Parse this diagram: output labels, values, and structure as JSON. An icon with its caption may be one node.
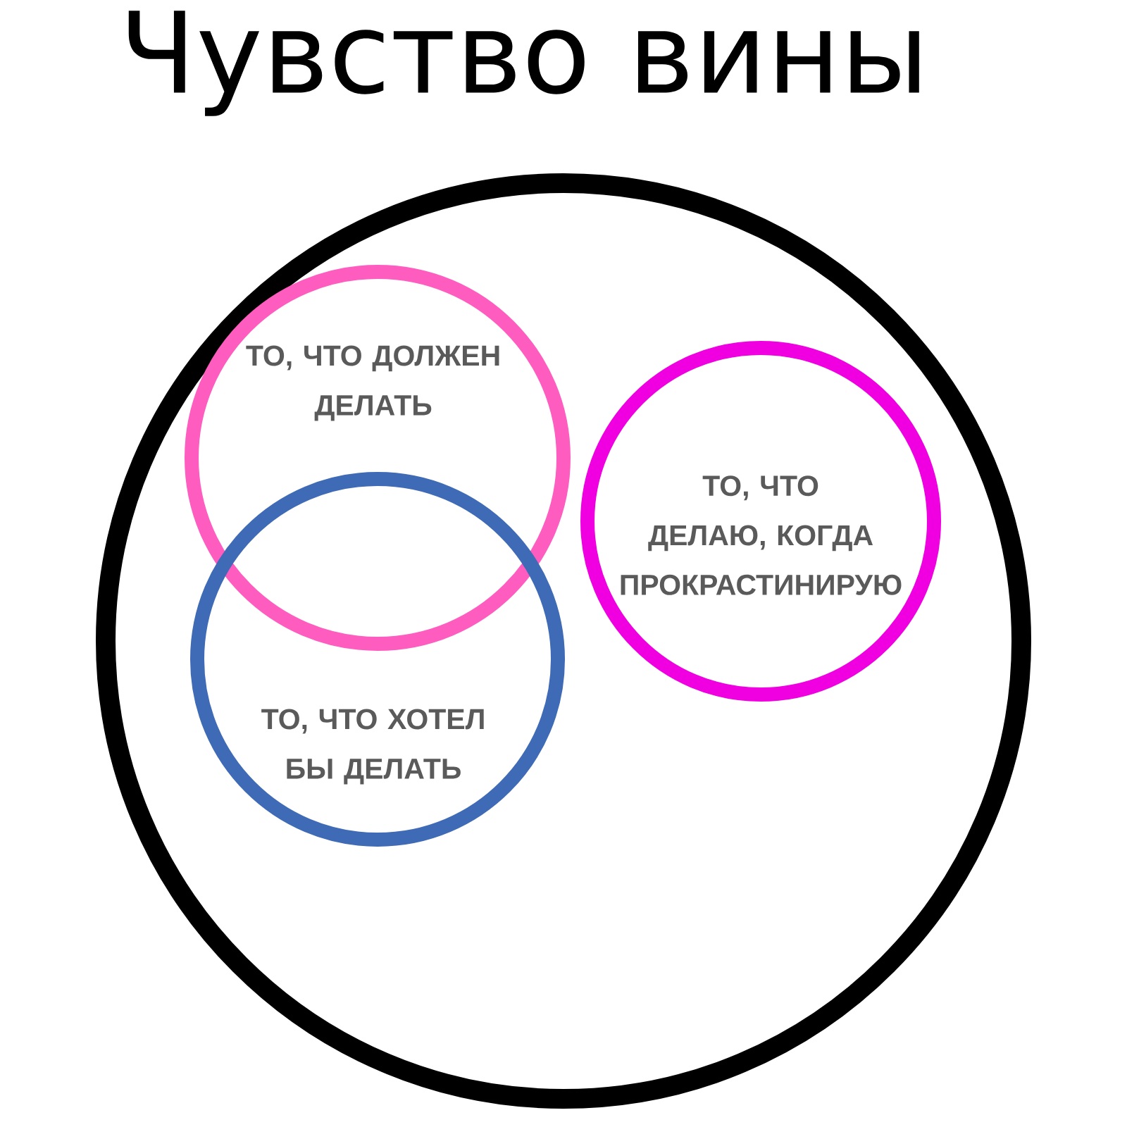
{
  "diagram": {
    "nodes": [
      {
        "text": [
          "Чувство вины"
        ]
      },
      {
        "text": [
          "ТО, ЧТО ДОЛЖЕН ДЕЛАТЬ"
        ],
        "in": 0
      },
      {
        "text": [
          "ТО, ЧТО ХОТЕЛ БЫ ДЕЛАТЬ"
        ],
        "in": 0
      },
      {
        "text": [
          "ТО, ЧТО ДЕЛАЮ, КОГДА ПРОКРАСТИНИРУЮ"
        ],
        "in": 0
      }
    ]
  }
}
